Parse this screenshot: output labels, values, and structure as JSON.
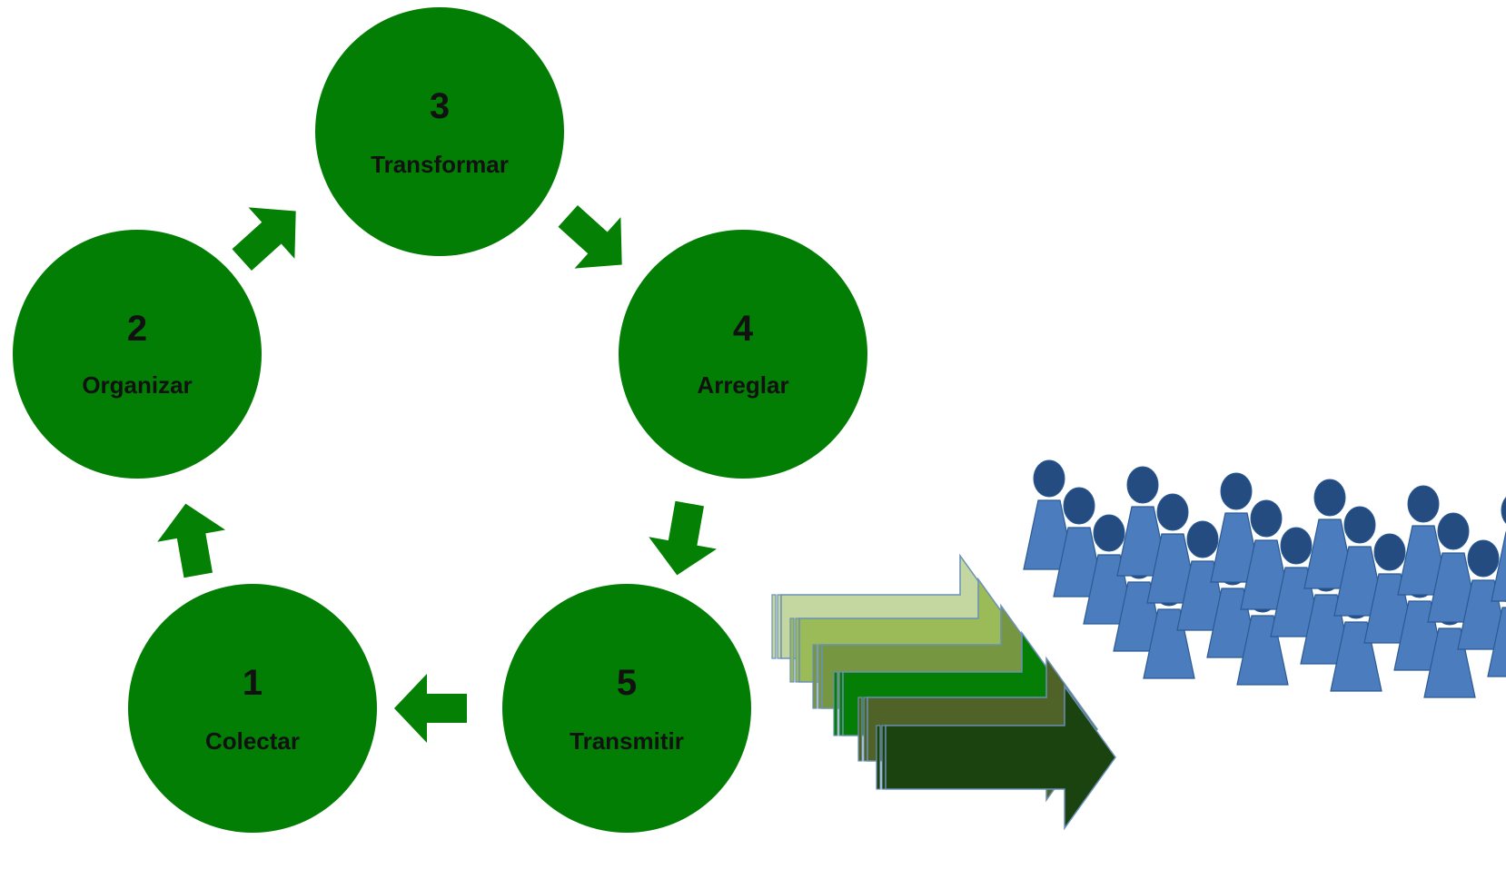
{
  "colors": {
    "circle": "#027E04",
    "cycle_arrow": "#048004",
    "person_fill": "#4B7DBE",
    "person_head": "#244C80",
    "person_stroke": "#2B5A93",
    "ribbon_stroke": "#6A90B5",
    "ribbons": [
      "#C4D7A0",
      "#9BBB59",
      "#779642",
      "#047E04",
      "#4F6228",
      "#1A4310"
    ]
  },
  "steps": [
    {
      "number": "1",
      "label": "Colectar"
    },
    {
      "number": "2",
      "label": "Organizar"
    },
    {
      "number": "3",
      "label": "Transformar"
    },
    {
      "number": "4",
      "label": "Arreglar"
    },
    {
      "number": "5",
      "label": "Transmitir"
    }
  ],
  "cycle_arrows": [
    {
      "from": "1",
      "to": "2"
    },
    {
      "from": "2",
      "to": "3"
    },
    {
      "from": "3",
      "to": "4"
    },
    {
      "from": "4",
      "to": "5"
    },
    {
      "from": "5",
      "to": "1"
    }
  ],
  "broadcast": {
    "icon": "broadcast-arrows-icon",
    "arrow_count": 6
  },
  "audience": {
    "icon": "person-icon",
    "people_count": 35
  }
}
